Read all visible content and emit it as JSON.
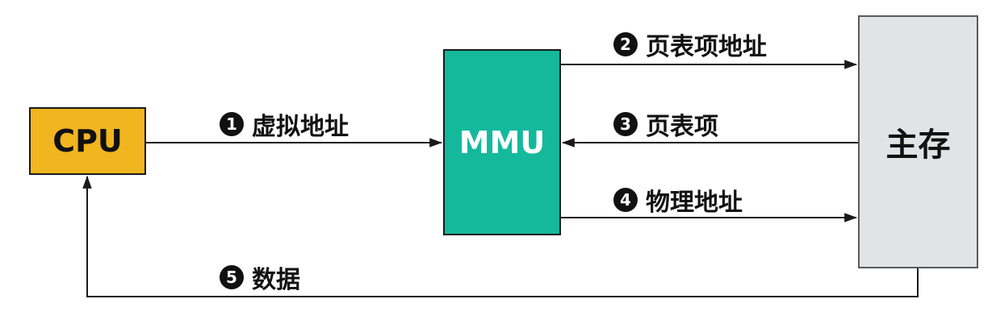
{
  "nodes": {
    "cpu": "CPU",
    "mmu": "MMU",
    "memory": "主存"
  },
  "edges": [
    {
      "num": "1",
      "label": "虚拟地址"
    },
    {
      "num": "2",
      "label": "页表项地址"
    },
    {
      "num": "3",
      "label": "页表项"
    },
    {
      "num": "4",
      "label": "物理地址"
    },
    {
      "num": "5",
      "label": "数据"
    }
  ],
  "colors": {
    "cpu": "#f0b51f",
    "mmu": "#14b99c",
    "memory": "#e2e3e6",
    "line": "#1a1a1a"
  }
}
